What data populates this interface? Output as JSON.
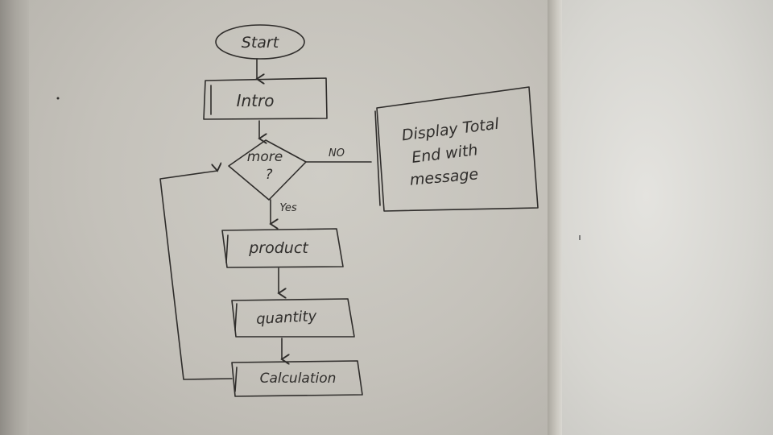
{
  "flowchart": {
    "start": "Start",
    "intro": "Intro",
    "decision_line1": "more",
    "decision_line2": "?",
    "no_label": "NO",
    "yes_label": "Yes",
    "product": "product",
    "quantity": "quantity",
    "calculation": "Calculation",
    "display_line1": "Display Total",
    "display_line2": "End with",
    "display_line3": "message"
  },
  "colors": {
    "ink": "#2f2d2b",
    "whiteboard": "#c9c6bf",
    "wall": "#d9d8d4"
  }
}
